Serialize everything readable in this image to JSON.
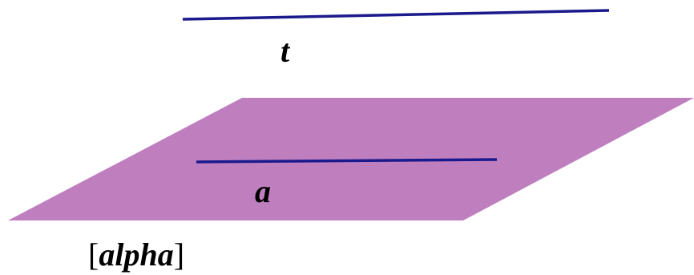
{
  "colors": {
    "plane": "#bf7fbf",
    "line": "#1a1a8c",
    "text": "#000000",
    "background": "#ffffff"
  },
  "labels": {
    "line_t": "t",
    "line_a": "a",
    "plane_open": "[",
    "plane_name": "alpha",
    "plane_close": "]"
  }
}
